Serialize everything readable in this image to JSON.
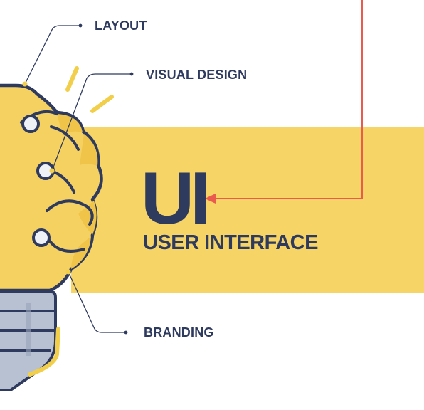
{
  "labels": {
    "layout": "LAYOUT",
    "visual_design": "VISUAL DESIGN",
    "branding": "BRANDING"
  },
  "headline": {
    "main": "UI",
    "subtitle": "USER INTERFACE"
  },
  "colors": {
    "band": "#f6d566",
    "brain_fill": "#f5d161",
    "brain_shade": "#efc448",
    "outline": "#2f3a5f",
    "text": "#2f3a5f",
    "arrow": "#ea5a4f",
    "accent_dash": "#f2cf4a",
    "bulb_base": "#b7c1d2",
    "node_fill": "#eef1f6"
  },
  "icons": [
    "lightbulb-brain-icon",
    "arrow-icon"
  ]
}
